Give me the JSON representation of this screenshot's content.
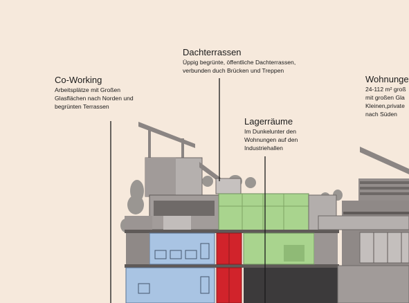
{
  "annotations": {
    "coworking": {
      "title": "Co-Working",
      "description": "Arbeitsplätze mit Großen\nGlasflächen nach Norden und\nbegrünten Terrassen"
    },
    "dachterrassen": {
      "title": "Dachterrassen",
      "description": "Üppig begrünte, öffentliche Dachterrassen,\nverbunden duch Brücken und Treppen"
    },
    "lagerraeume": {
      "title": "Lagerräume",
      "description": "Im Dunkelunter den\nWohnungen auf den\nIndustriehallen"
    },
    "wohnungen": {
      "title": "Wohnungen",
      "description": "24-112 m² groß\nmit großen Gla\nKleinen,private\nnach Süden"
    }
  },
  "colors": {
    "background": "#f6e9dc",
    "coworking_glass": "#a9c4e3",
    "roof_garden": "#a9d48e",
    "stair_core": "#d1232b",
    "storage": "#3c3a3b",
    "structure": "#7d7775",
    "leader_line": "#1a1a1a"
  }
}
